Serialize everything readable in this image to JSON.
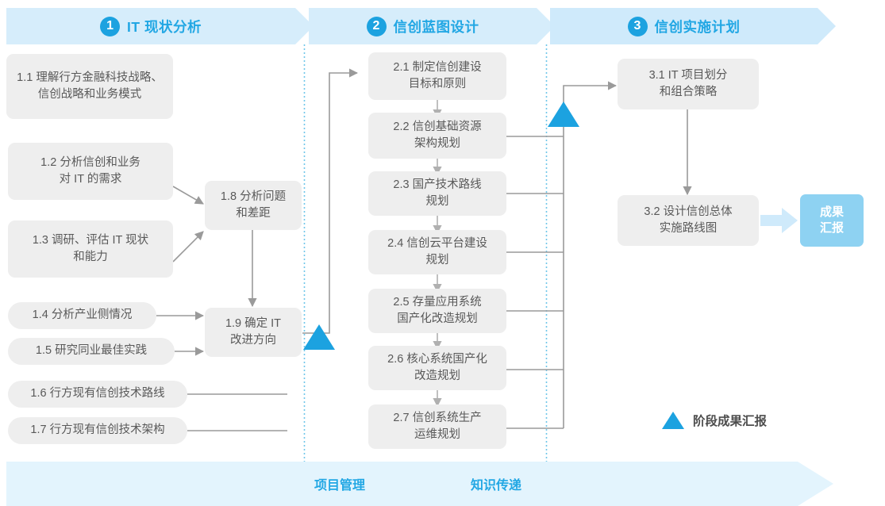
{
  "colors": {
    "accent": "#1ca2e0",
    "header_band": "#d6edfb",
    "footer_band": "#e3f4fd",
    "box_fill": "#eeeeee",
    "box_text": "#595959",
    "edge": "#9a9a9a",
    "result_fill": "#8ed2f2",
    "result_arrow": "#cfeafb",
    "divider": "#6fc6ea"
  },
  "phases": [
    {
      "number": "1",
      "title": "IT 现状分析"
    },
    {
      "number": "2",
      "title": "信创蓝图设计"
    },
    {
      "number": "3",
      "title": "信创实施计划"
    }
  ],
  "nodes": {
    "n11": "1.1 理解行方金融科技战略、\n信创战略和业务模式",
    "n12": "1.2 分析信创和业务\n对 IT 的需求",
    "n13": "1.3 调研、评估 IT 现状\n和能力",
    "n14": "1.4 分析产业侧情况",
    "n15": "1.5 研究同业最佳实践",
    "n16": "1.6 行方现有信创技术路线",
    "n17": "1.7 行方现有信创技术架构",
    "n18": "1.8 分析问题\n和差距",
    "n19": "1.9 确定 IT\n改进方向",
    "n21": "2.1 制定信创建设\n目标和原则",
    "n22": "2.2 信创基础资源\n架构规划",
    "n23": "2.3 国产技术路线\n规划",
    "n24": "2.4 信创云平台建设\n规划",
    "n25": "2.5 存量应用系统\n国产化改造规划",
    "n26": "2.6 核心系统国产化\n改造规划",
    "n27": "2.7 信创系统生产\n运维规划",
    "n31": "3.1 IT 项目划分\n和组合策略",
    "n32": "3.2 设计信创总体\n实施路线图",
    "result": "成果\n汇报"
  },
  "legend": {
    "marker_icon": "blue-triangle-icon",
    "label": "阶段成果汇报"
  },
  "footer": {
    "labels": [
      "项目管理",
      "知识传递"
    ]
  }
}
